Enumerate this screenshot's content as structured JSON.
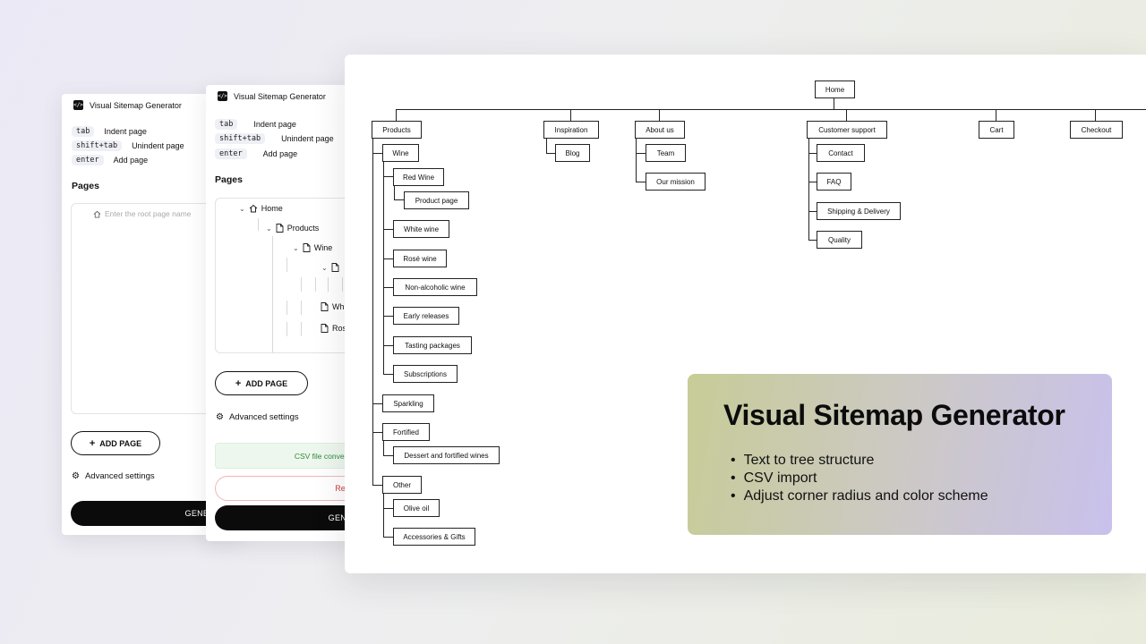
{
  "app": {
    "title": "Visual Sitemap Generator",
    "logo_glyph": "</>"
  },
  "shortcuts": [
    {
      "key": "tab",
      "action": "Indent page"
    },
    {
      "key": "shift+tab",
      "action": "Unindent page"
    },
    {
      "key": "enter",
      "action": "Add page"
    }
  ],
  "pages_title": "Pages",
  "root_placeholder": "Enter the root page name",
  "tree": {
    "home": "Home",
    "products": "Products",
    "wine": "Wine",
    "white_partial": "Whi",
    "rose_partial": "Ros"
  },
  "add_page_label": "ADD PAGE",
  "advanced_label": "Advanced settings",
  "generate_partial_1": "GENERAT",
  "generate_partial_2": "GENE",
  "csv_partial": "CSV file converted to si",
  "reset_partial": "Re",
  "sitemap": {
    "root": "Home",
    "products": "Products",
    "wine": "Wine",
    "red_wine": "Red Wine",
    "product_page": "Product page",
    "white_wine": "White wine",
    "rose_wine": "Rosé wine",
    "non_alcoholic": "Non-alcoholic wine",
    "early_releases": "Early releases",
    "tasting": "Tasting packages",
    "subscriptions": "Subscriptions",
    "sparkling": "Sparkling",
    "fortified": "Fortified",
    "dessert": "Dessert and fortified wines",
    "other": "Other",
    "olive_oil": "Olive oil",
    "accessories": "Accessories & Gifts",
    "inspiration": "Inspiration",
    "blog": "Blog",
    "about": "About us",
    "team": "Team",
    "mission": "Our mission",
    "support": "Customer support",
    "contact": "Contact",
    "faq": "FAQ",
    "shipping": "Shipping & Delivery",
    "quality": "Quality",
    "cart": "Cart",
    "checkout": "Checkout"
  },
  "promo": {
    "title": "Visual Sitemap Generator",
    "features": [
      "Text to tree structure",
      "CSV import",
      "Adjust corner radius and color scheme"
    ]
  },
  "colors": {
    "csv_success": "#2f8a3a",
    "reset_red": "#d13a3a",
    "button_dark": "#0b0b0b"
  }
}
